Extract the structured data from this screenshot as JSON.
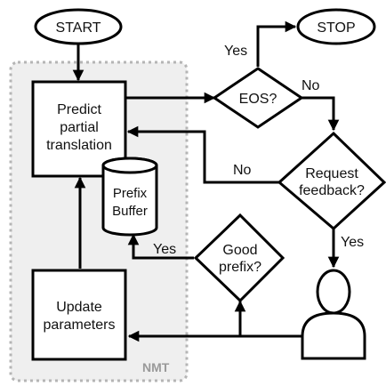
{
  "nodes": {
    "start": "START",
    "stop": "STOP",
    "predict": [
      "Predict",
      "partial",
      "translation"
    ],
    "eos": "EOS?",
    "request": [
      "Request",
      "feedback?"
    ],
    "buffer": [
      "Prefix",
      "Buffer"
    ],
    "good_prefix": [
      "Good",
      "prefix?"
    ],
    "update": [
      "Update",
      "parameters"
    ]
  },
  "edge_labels": {
    "eos_yes": "Yes",
    "eos_no": "No",
    "request_no": "No",
    "request_yes": "Yes",
    "good_yes": "Yes"
  },
  "group": {
    "label": "NMT",
    "fill": "#efefef",
    "border": "#b5b5b5"
  },
  "icons": {
    "user": "person-icon"
  }
}
